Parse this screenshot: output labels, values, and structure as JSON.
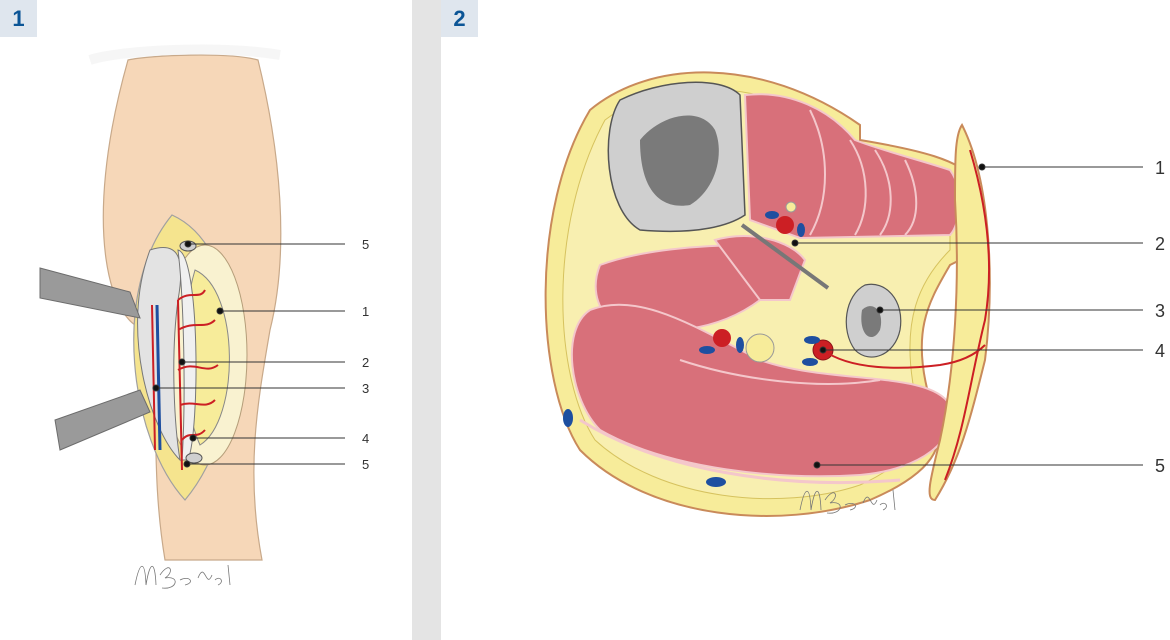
{
  "panels": [
    {
      "badge": "1",
      "labels": [
        "5",
        "1",
        "2",
        "3",
        "4",
        "5"
      ],
      "signature": "MBadiel"
    },
    {
      "badge": "2",
      "labels": [
        "1",
        "2",
        "3",
        "4",
        "5"
      ],
      "signature": "MBadiel"
    }
  ],
  "colors": {
    "badge_text": "#0b5596",
    "badge_bg": "#dfe6ee",
    "skin": "#f6d7b8",
    "fat": "#f7ec9a",
    "muscle": "#d8707a",
    "bone": "#cfcfcf",
    "artery": "#cc1f24",
    "vein": "#1e4fa0",
    "gutter": "#e4e4e4"
  }
}
